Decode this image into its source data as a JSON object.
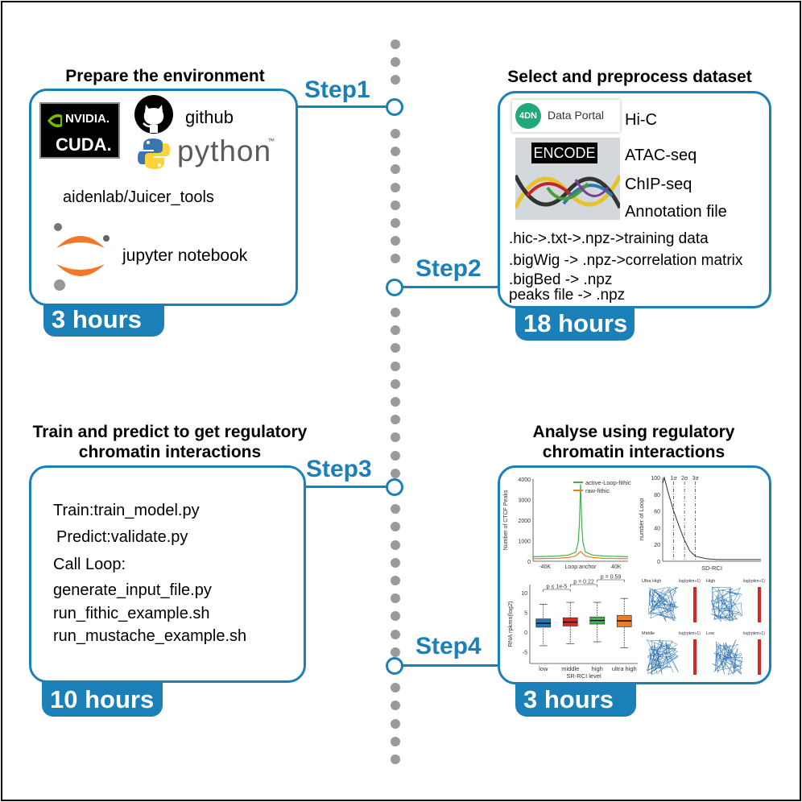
{
  "steps": [
    {
      "label": "Step1",
      "title": "Prepare the environment",
      "duration": "3 hours",
      "items": [
        "github",
        "aidenlab/Juicer_tools",
        "jupyter notebook"
      ],
      "logos": {
        "nvidia": "NVIDIA.",
        "cuda": "CUDA.",
        "python": "python",
        "tm": "™"
      }
    },
    {
      "label": "Step2",
      "title": "Select and preprocess dataset",
      "duration": "18 hours",
      "portal": {
        "badge": "4DN",
        "name": "Data Portal"
      },
      "encode": "ENCODE",
      "datatypes": [
        "Hi-C",
        "ATAC-seq",
        "ChIP-seq",
        "Annotation file"
      ],
      "pipelines": [
        ".hic->.txt->.npz->training data",
        ".bigWig -> .npz->correlation matrix",
        ".bigBed -> .npz",
        "peaks file -> .npz"
      ]
    },
    {
      "label": "Step3",
      "title_lines": [
        "Train and predict to get regulatory",
        "chromatin interactions"
      ],
      "duration": "10 hours",
      "commands": [
        "Train:train_model.py",
        "Predict:validate.py",
        "Call Loop:",
        "generate_input_file.py",
        "run_fithic_example.sh",
        "run_mustache_example.sh"
      ]
    },
    {
      "label": "Step4",
      "title_lines": [
        "Analyse using regulatory",
        "chromatin interactions"
      ],
      "duration": "3 hours"
    }
  ],
  "colors": {
    "accent": "#1b7fb8",
    "green": "#3cb44b",
    "orange": "#ef7d22",
    "red": "#d62728",
    "dots": "#9a9a9a"
  },
  "chart_data": [
    {
      "type": "line",
      "ylabel": "Number of CTCF Peaks",
      "xlabel": "Loop anchor",
      "x_ticks": [
        "-40K",
        "40K"
      ],
      "y_ticks": [
        0,
        1000,
        2000,
        3000,
        4000
      ],
      "ylim": [
        0,
        4000
      ],
      "series": [
        {
          "name": "active-Loop-fithic",
          "x": [
            -40,
            -20,
            -10,
            -4,
            -2,
            -1,
            0,
            1,
            2,
            4,
            10,
            20,
            40
          ],
          "values": [
            220,
            250,
            300,
            450,
            900,
            1800,
            3750,
            1800,
            900,
            450,
            300,
            250,
            220
          ]
        },
        {
          "name": "raw-fithic",
          "x": [
            -40,
            -20,
            -10,
            -4,
            0,
            4,
            10,
            20,
            40
          ],
          "values": [
            120,
            140,
            180,
            260,
            480,
            260,
            180,
            140,
            120
          ]
        }
      ]
    },
    {
      "type": "line",
      "xlabel": "SD-RCI",
      "ylabel": "number of Loop",
      "y_ticks": [
        0,
        20,
        40,
        60,
        80,
        100
      ],
      "ylim": [
        0,
        100
      ],
      "sigma_labels": [
        "1σ",
        "2σ",
        "3σ"
      ],
      "series": [
        {
          "x": [
            0,
            0.3,
            1,
            2,
            3,
            4,
            5,
            6,
            8,
            10,
            14,
            18
          ],
          "values": [
            93,
            100,
            82,
            60,
            42,
            25,
            12,
            6,
            3,
            2,
            2,
            2
          ]
        }
      ]
    },
    {
      "type": "box",
      "xlabel": "SR-RCI level",
      "ylabel": "RNA rpkms(log2)",
      "categories": [
        "low",
        "middle",
        "high",
        "ultra high"
      ],
      "y_ticks": [
        -5,
        0,
        5,
        10
      ],
      "ylim": [
        -8,
        12
      ],
      "stats": [
        {
          "min": -3.5,
          "q1": 1.2,
          "median": 2.2,
          "q3": 3.3,
          "max": 7
        },
        {
          "min": -3,
          "q1": 1.5,
          "median": 2.5,
          "q3": 3.6,
          "max": 7.5
        },
        {
          "min": -2.5,
          "q1": 2.0,
          "median": 2.9,
          "q3": 3.8,
          "max": 7.5
        },
        {
          "min": -4,
          "q1": 1.3,
          "median": 2.8,
          "q3": 4.2,
          "max": 8.5
        }
      ],
      "annotations": [
        "p ≤ 1e-5",
        "p = 0.22",
        "p = 0.59"
      ]
    },
    {
      "type": "panel",
      "panels": [
        "Ultra High",
        "High",
        "Middle",
        "Low"
      ],
      "colorbar_label": "log(rpkm+1)"
    }
  ]
}
